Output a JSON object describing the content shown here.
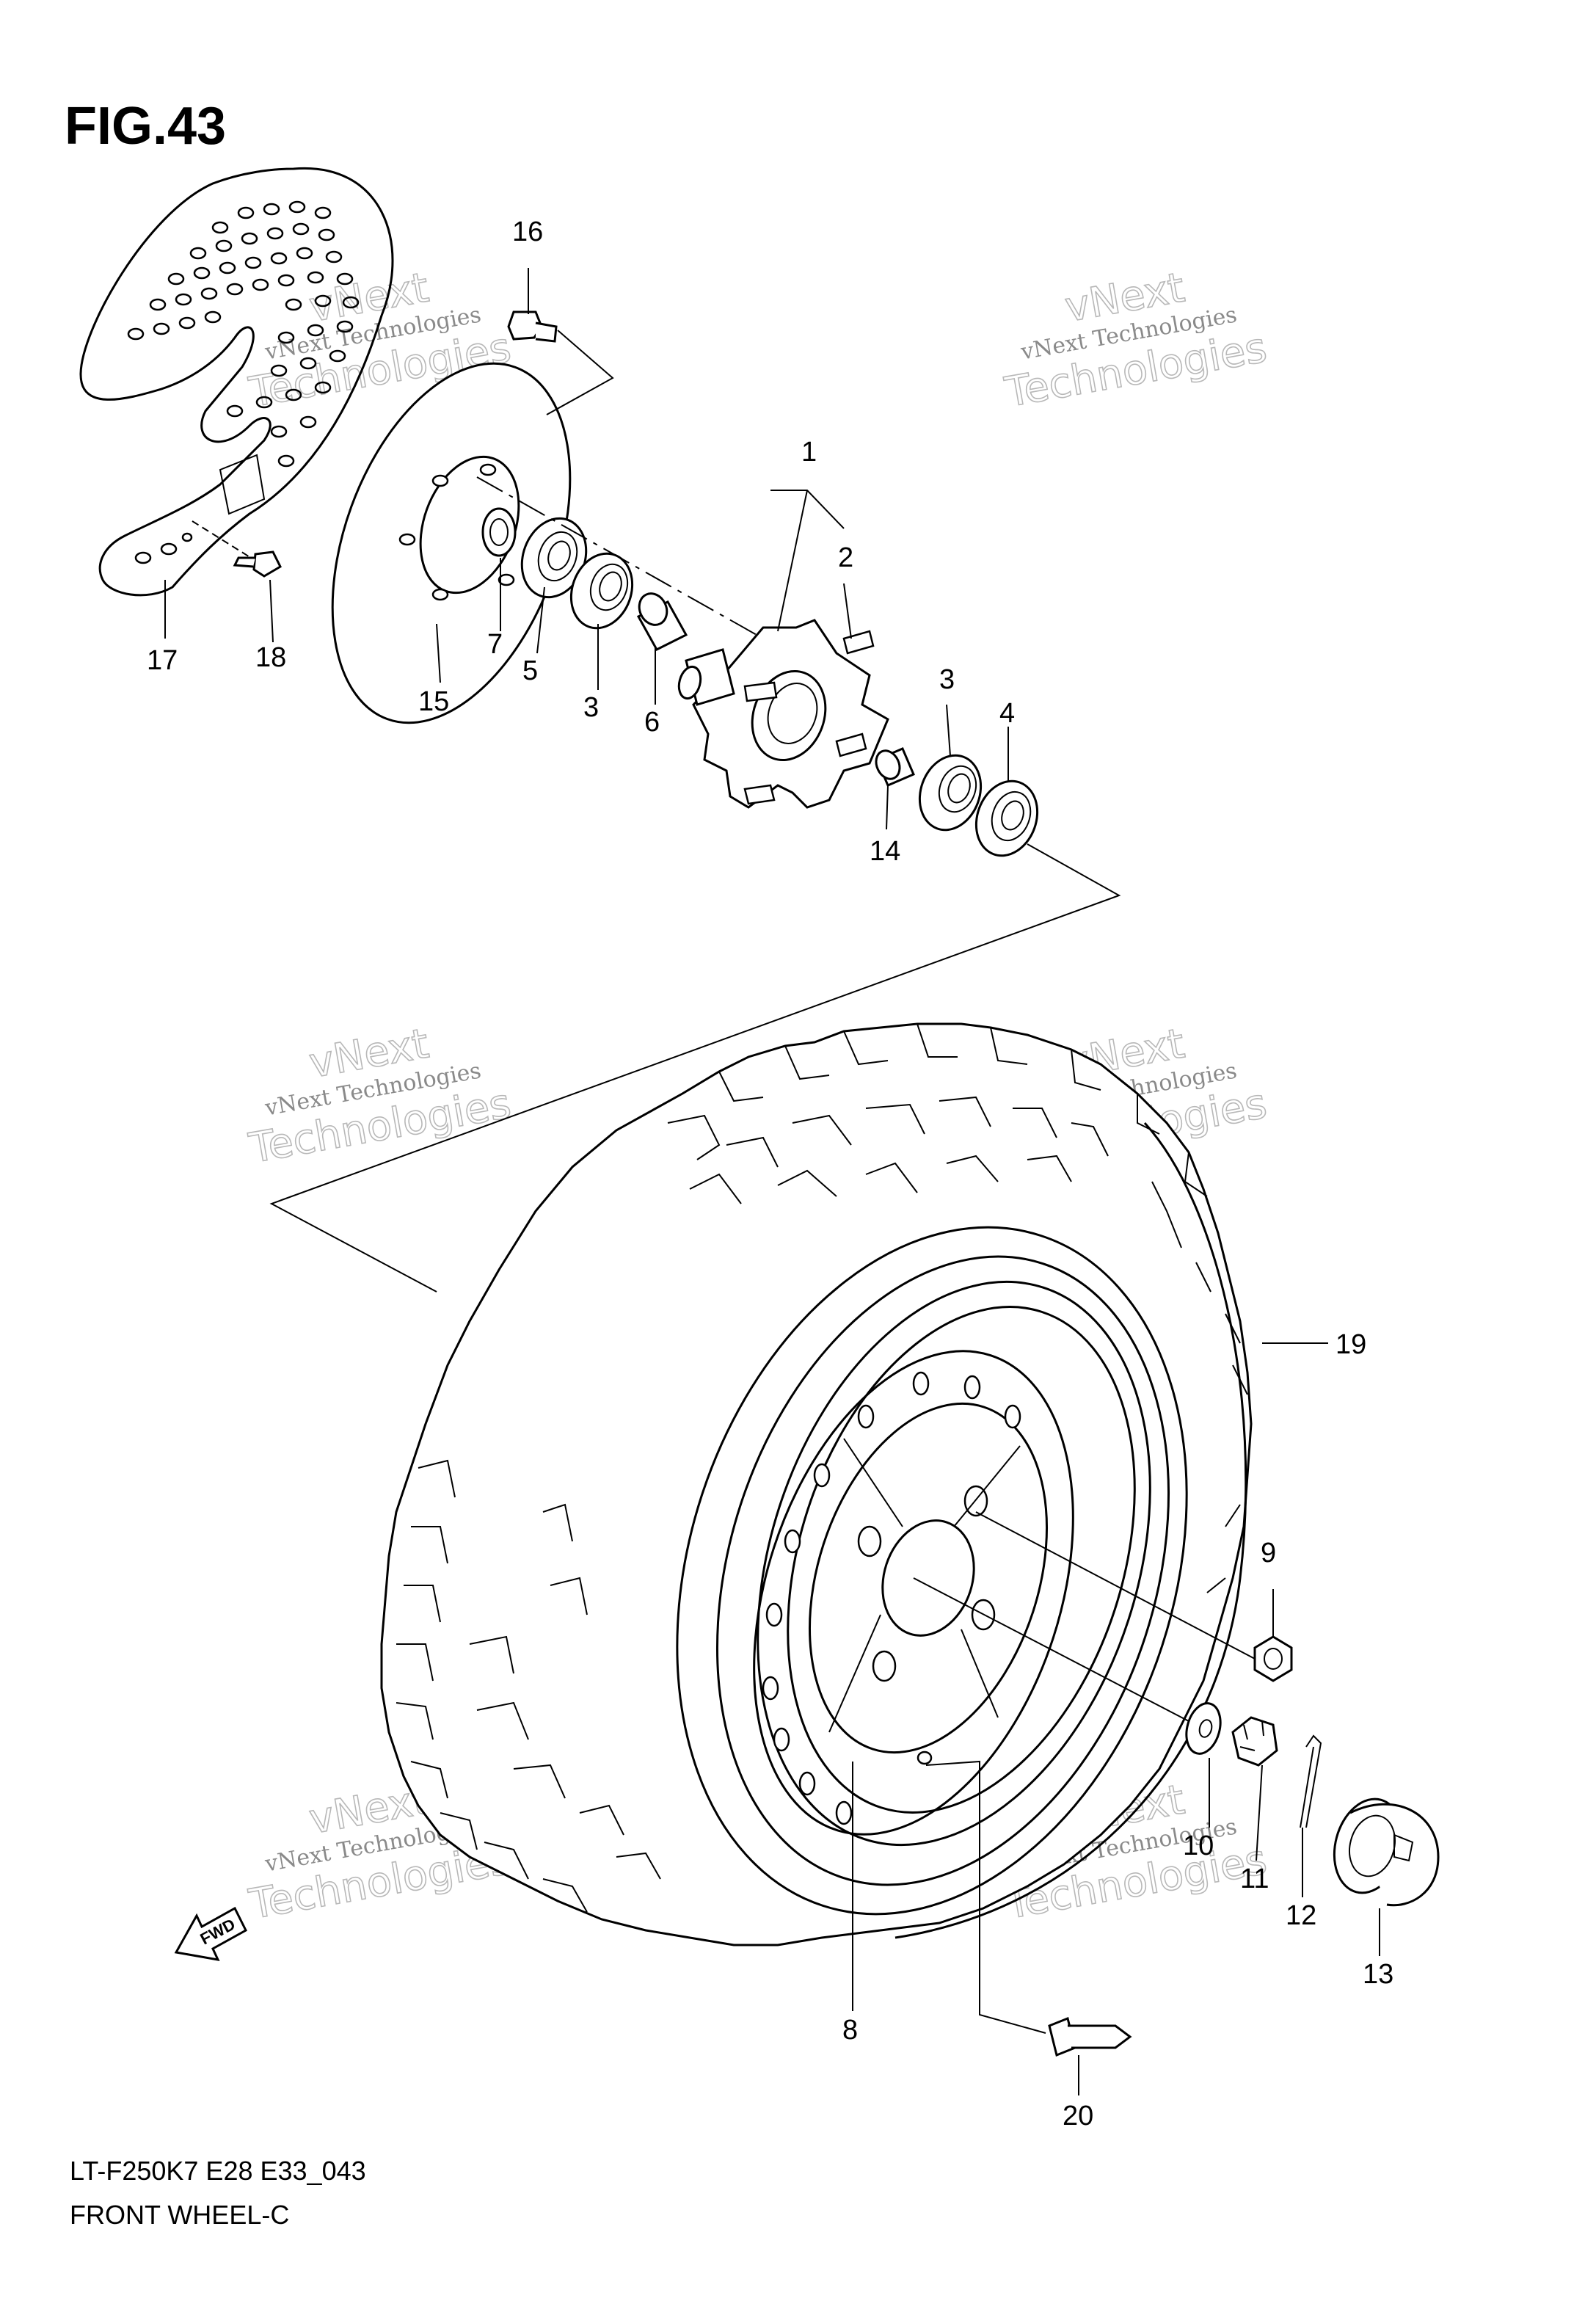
{
  "figure": {
    "title": "FIG.43",
    "code": "LT-F250K7 E28 E33_043",
    "name": "FRONT WHEEL-C"
  },
  "callouts": [
    "1",
    "2",
    "3",
    "3",
    "4",
    "5",
    "6",
    "7",
    "8",
    "9",
    "10",
    "11",
    "12",
    "13",
    "14",
    "15",
    "16",
    "17",
    "18",
    "19",
    "20"
  ],
  "watermark": {
    "line1": "vNext Technologies",
    "line2": "vNext",
    "line3": "Technologies"
  },
  "fwd_label": "FWD"
}
